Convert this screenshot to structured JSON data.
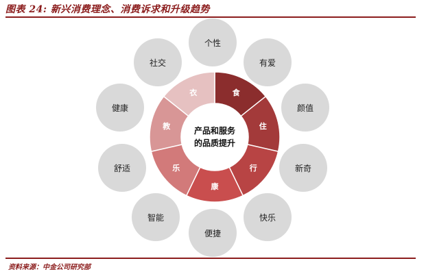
{
  "figure": {
    "title": "图表 24: 新兴消费理念、消费诉求和升级趋势",
    "source": "资料来源：中金公司研究部"
  },
  "center": {
    "line1": "产品和服务",
    "line2": "的品质提升"
  },
  "ring_segments": [
    {
      "label": "食",
      "color": "#8b2d2d"
    },
    {
      "label": "住",
      "color": "#a33a3a"
    },
    {
      "label": "行",
      "color": "#b84444"
    },
    {
      "label": "康",
      "color": "#c94e4e"
    },
    {
      "label": "乐",
      "color": "#d27a7a"
    },
    {
      "label": "教",
      "color": "#d89696"
    },
    {
      "label": "衣",
      "color": "#e6c1c1"
    }
  ],
  "outer_concepts": [
    {
      "label": "个性"
    },
    {
      "label": "有爱"
    },
    {
      "label": "颜值"
    },
    {
      "label": "新奇"
    },
    {
      "label": "快乐"
    },
    {
      "label": "便捷"
    },
    {
      "label": "智能"
    },
    {
      "label": "舒适"
    },
    {
      "label": "健康"
    },
    {
      "label": "社交"
    }
  ]
}
